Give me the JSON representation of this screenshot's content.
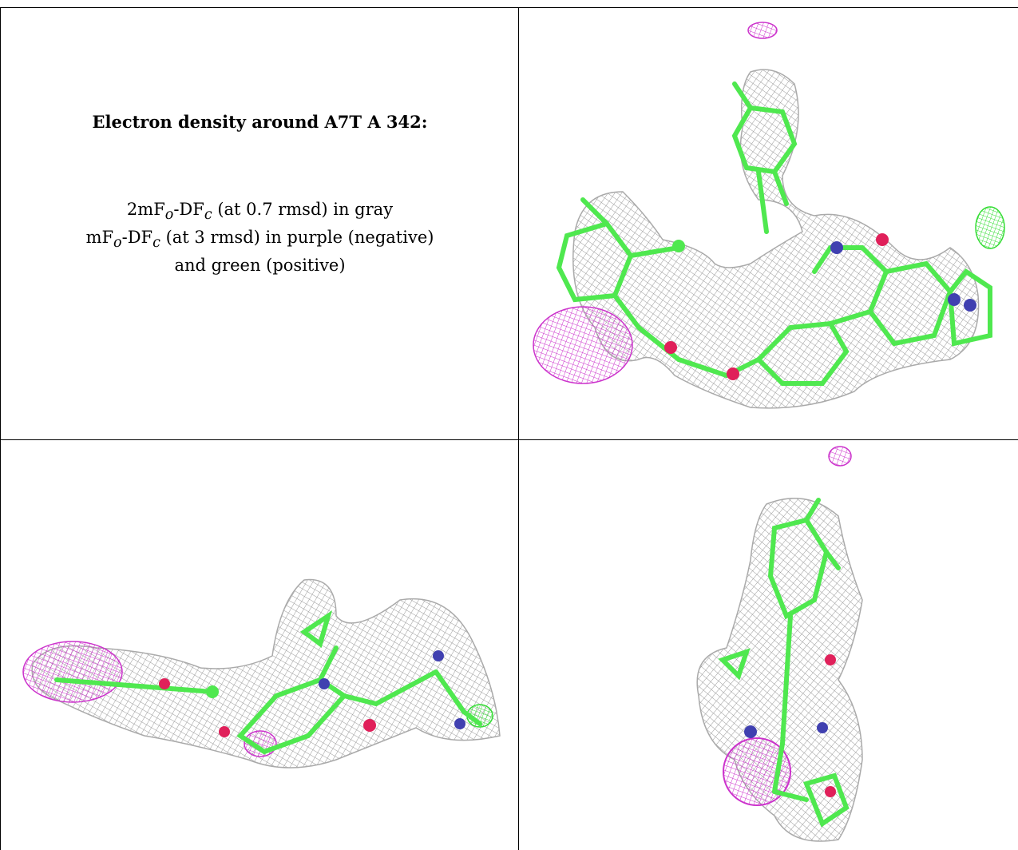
{
  "figure": {
    "title": "Electron density around A7T A 342:",
    "legend": {
      "line1_pre": "2mF",
      "line1_sub1": "o",
      "line1_mid": "-DF",
      "line1_sub2": "c",
      "line1_post": " (at 0.7 rmsd) in gray",
      "line2_pre": "mF",
      "line2_sub1": "o",
      "line2_mid": "-DF",
      "line2_sub2": "c",
      "line2_post": " (at 3 rmsd) in purple (negative)",
      "line3": "and green (positive)"
    },
    "panels": [
      {
        "name": "view-1",
        "description_visible": false
      },
      {
        "name": "view-2",
        "description_visible": false
      },
      {
        "name": "view-3",
        "description_visible": false
      }
    ]
  },
  "colors": {
    "mesh_gray": "#9a9a9a",
    "density_negative": "#cc33cc",
    "density_positive": "#33dd33",
    "carbon": "#4fe84f",
    "oxygen": "#e0205a",
    "nitrogen": "#4040b0"
  }
}
